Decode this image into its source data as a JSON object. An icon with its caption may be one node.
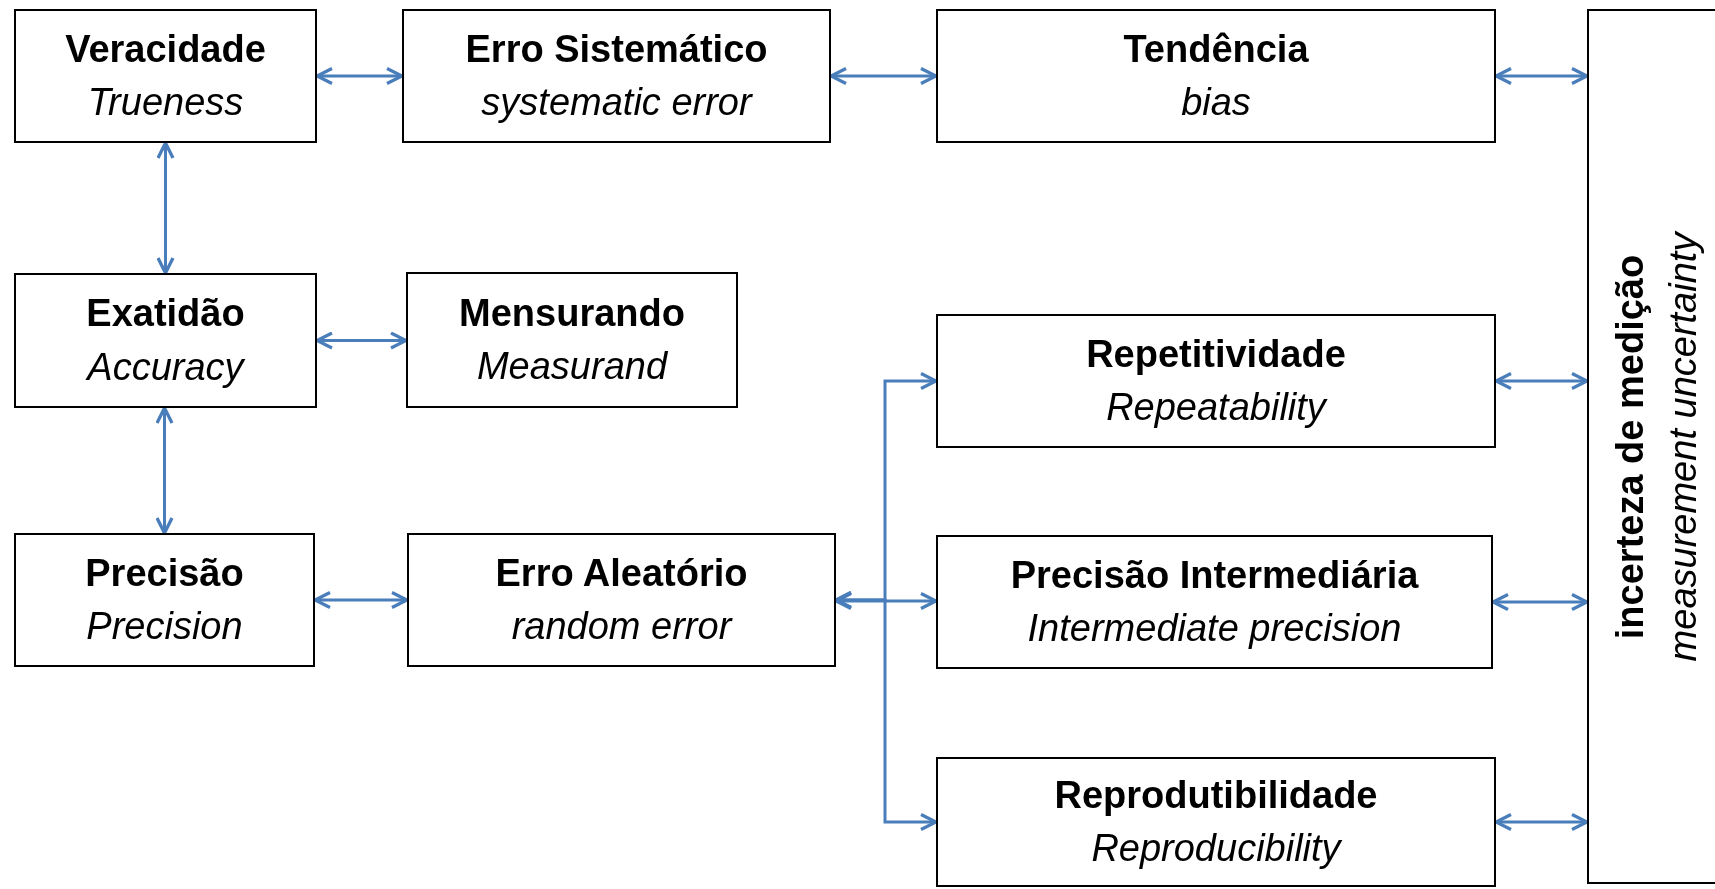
{
  "diagram": {
    "nodes": [
      {
        "text": [
          "Veracidade",
          "Trueness"
        ]
      },
      {
        "text": [
          "Erro Sistemático",
          "systematic error"
        ]
      },
      {
        "text": [
          "Tendência",
          "bias"
        ]
      },
      {
        "text": [
          "Exatidão",
          "Accuracy"
        ]
      },
      {
        "text": [
          "Mensurando",
          "Measurand"
        ]
      },
      {
        "text": [
          "Repetitividade",
          "Repeatability"
        ]
      },
      {
        "text": [
          "Precisão",
          "Precision"
        ]
      },
      {
        "text": [
          "Erro Aleatório",
          "random error"
        ]
      },
      {
        "text": [
          "Precisão Intermediária",
          "Intermediate precision"
        ]
      },
      {
        "text": [
          "Reprodutibilidade",
          "Reproducibility"
        ]
      },
      {
        "text": [
          "incerteza de medição",
          "measurement uncertainty"
        ]
      }
    ],
    "edges": [
      {
        "from": 0,
        "to": 1,
        "arrow": "both"
      },
      {
        "from": 1,
        "to": 2,
        "arrow": "both"
      },
      {
        "from": 2,
        "to": 10,
        "arrow": "both"
      },
      {
        "from": 0,
        "to": 3,
        "arrow": "both"
      },
      {
        "from": 3,
        "to": 4,
        "arrow": "both"
      },
      {
        "from": 3,
        "to": 6,
        "arrow": "both"
      },
      {
        "from": 6,
        "to": 7,
        "arrow": "both"
      },
      {
        "from": 7,
        "to": 5,
        "arrow": "both"
      },
      {
        "from": 7,
        "to": 8,
        "arrow": "both"
      },
      {
        "from": 7,
        "to": 9,
        "arrow": "both"
      },
      {
        "from": 5,
        "to": 10,
        "arrow": "both"
      },
      {
        "from": 8,
        "to": 10,
        "arrow": "both"
      },
      {
        "from": 9,
        "to": 10,
        "arrow": "both"
      }
    ]
  }
}
